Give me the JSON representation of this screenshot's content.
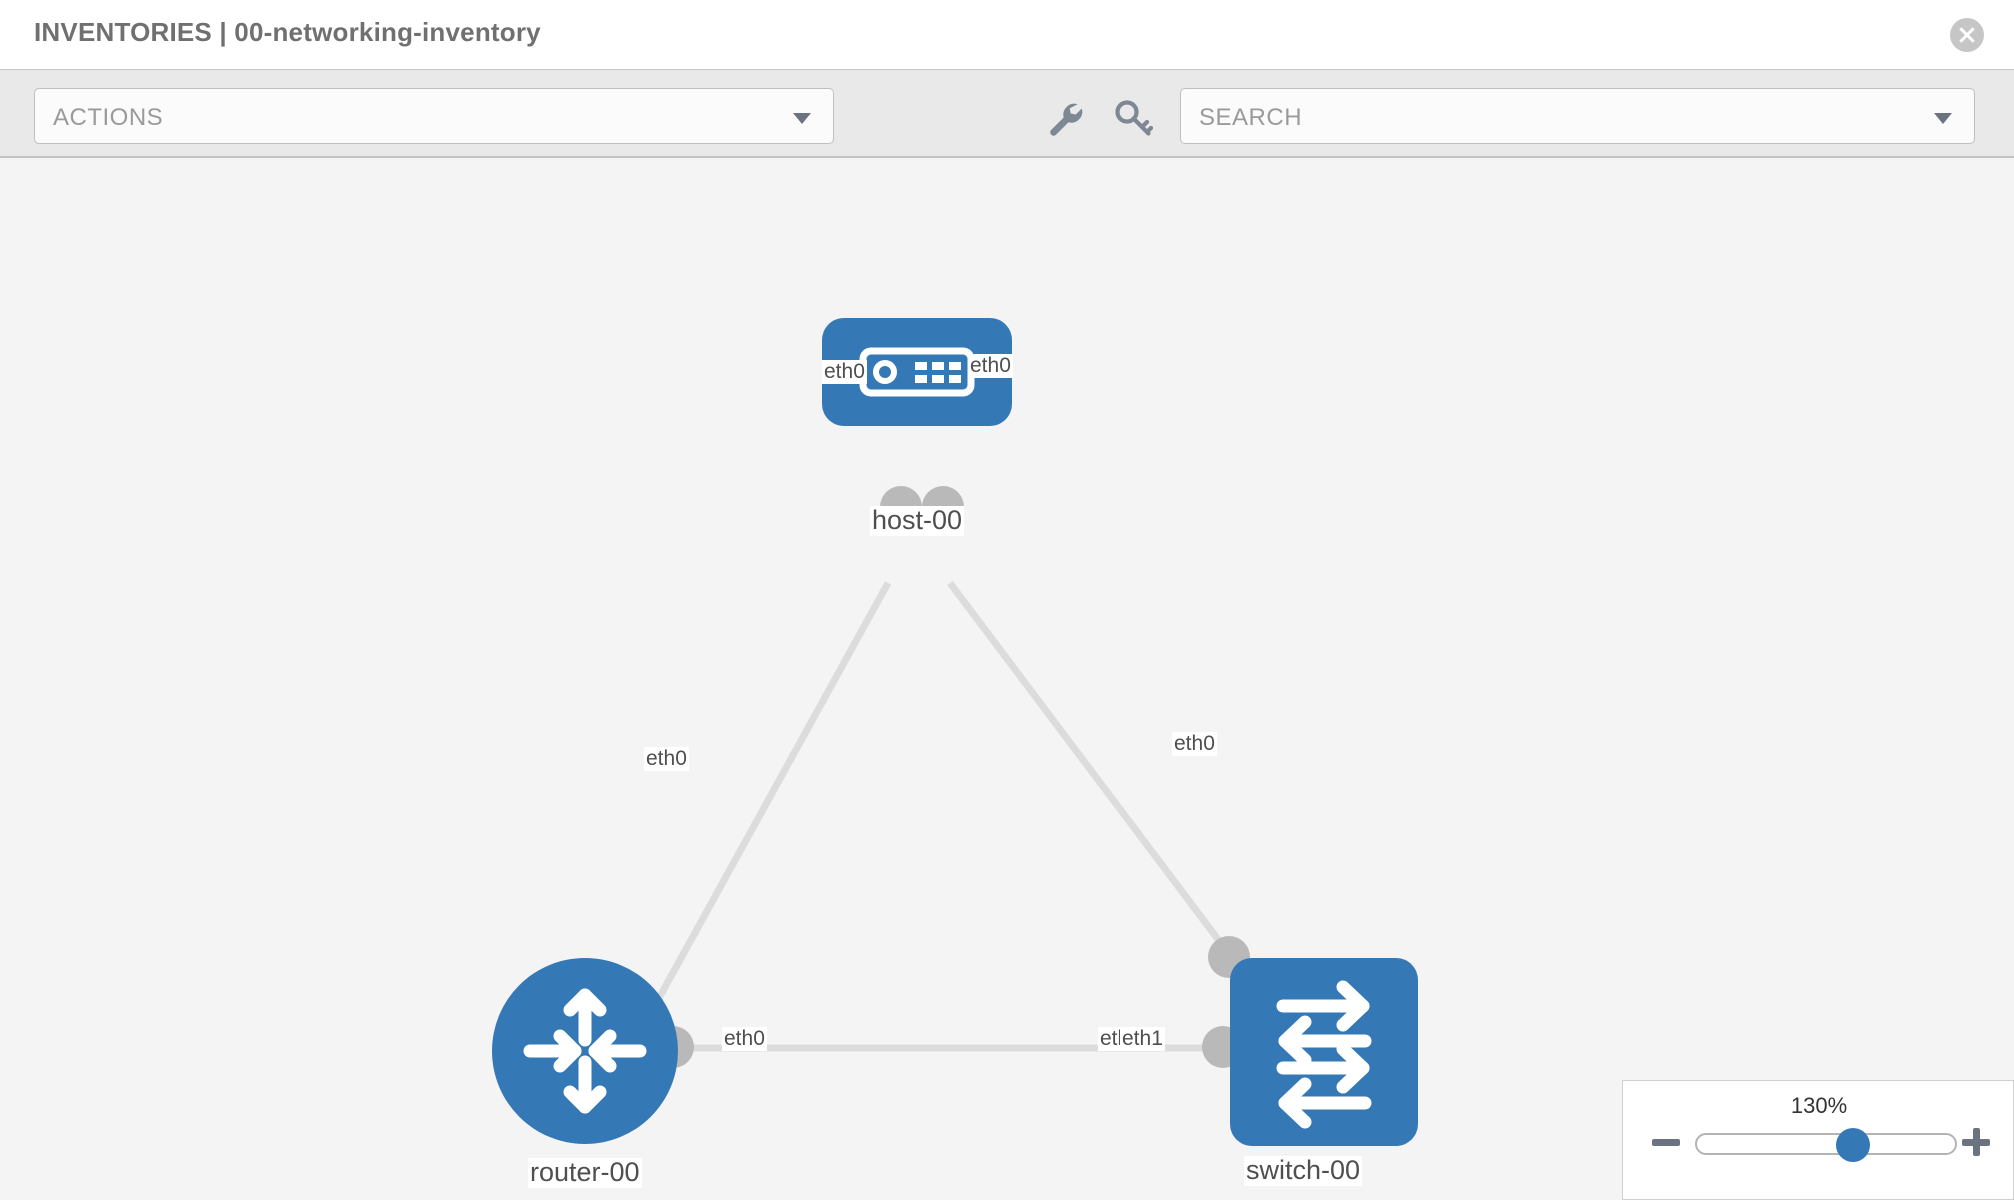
{
  "header": {
    "title": "INVENTORIES | 00-networking-inventory",
    "close_icon": "close-icon"
  },
  "toolbar": {
    "actions_label": "ACTIONS",
    "actions_caret_icon": "chevron-down-icon",
    "wrench_icon": "wrench-icon",
    "key_icon": "key-icon",
    "search_placeholder": "SEARCH",
    "search_value": "",
    "search_caret_icon": "chevron-down-icon"
  },
  "topology": {
    "nodes": [
      {
        "id": "host-00",
        "label": "host-00",
        "type": "host",
        "icon": "server-icon"
      },
      {
        "id": "router-00",
        "label": "router-00",
        "type": "router",
        "icon": "router-arrows-icon"
      },
      {
        "id": "switch-00",
        "label": "switch-00",
        "type": "switch",
        "icon": "switch-arrows-icon"
      }
    ],
    "edges": [
      {
        "from": "host-00",
        "to": "router-00",
        "from_label": "eth0",
        "to_label": "eth0"
      },
      {
        "from": "host-00",
        "to": "switch-00",
        "from_label": "eth0",
        "to_label": "eth0"
      },
      {
        "from": "router-00",
        "to": "switch-00",
        "from_label": "eth0",
        "to_label_a": "eth0",
        "to_label_b": "eth1"
      }
    ],
    "labels": {
      "host_left_eth": "eth0",
      "host_right_eth": "eth0",
      "router_up_eth": "eth0",
      "switch_up_eth": "eth0",
      "router_right_eth": "eth0",
      "switch_left_eth_a": "eth0",
      "switch_left_eth_b": "eth1"
    }
  },
  "zoom": {
    "percent": "130%",
    "minus_icon": "minus-icon",
    "plus_icon": "plus-icon",
    "thumb_position_pct": 61
  },
  "colors": {
    "node_blue": "#3478b5",
    "port_gray": "#b9b9b9",
    "link_gray": "#dcdcdc",
    "canvas_bg": "#f4f4f4",
    "toolbar_bg": "#e9e9e9",
    "title_gray": "#707070"
  }
}
